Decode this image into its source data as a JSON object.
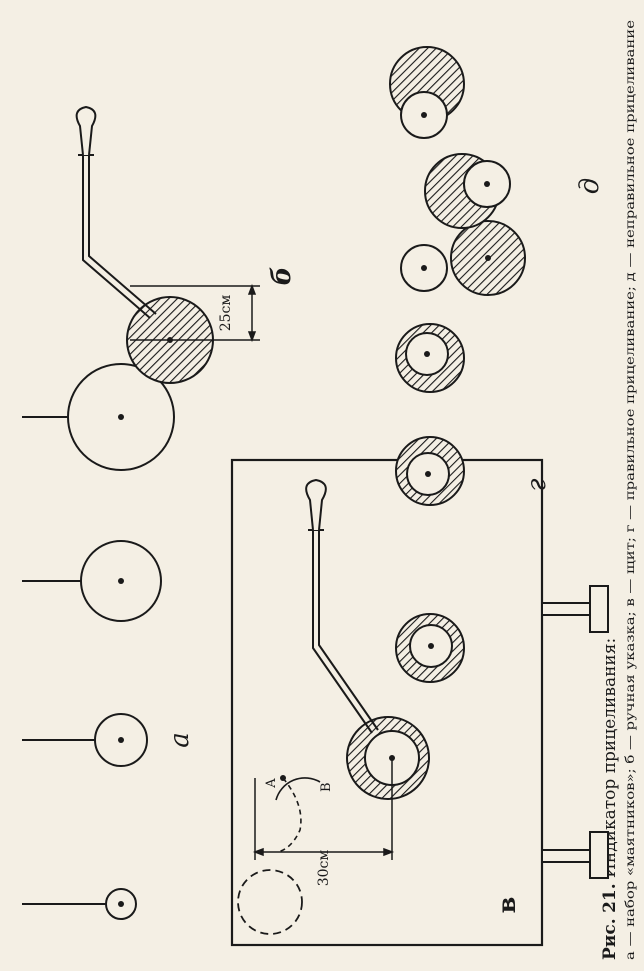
{
  "caption": {
    "title_prefix": "Рис.",
    "title_number": "21.",
    "title_text": "Индикатор прицеливания:",
    "legend": "а — набор «маятников»; б — ручная указка; в — щит; г — правильное прицеливание; д — неправильное прицеливание"
  },
  "labels": {
    "a": "а",
    "b": "б",
    "v": "в",
    "g": "г",
    "d": "д",
    "point_A": "А",
    "arc_B": "В",
    "dim_30": "30см",
    "dim_25": "25см"
  },
  "colors": {
    "paper": "#f4efe4",
    "ink": "#1a1a1a"
  }
}
